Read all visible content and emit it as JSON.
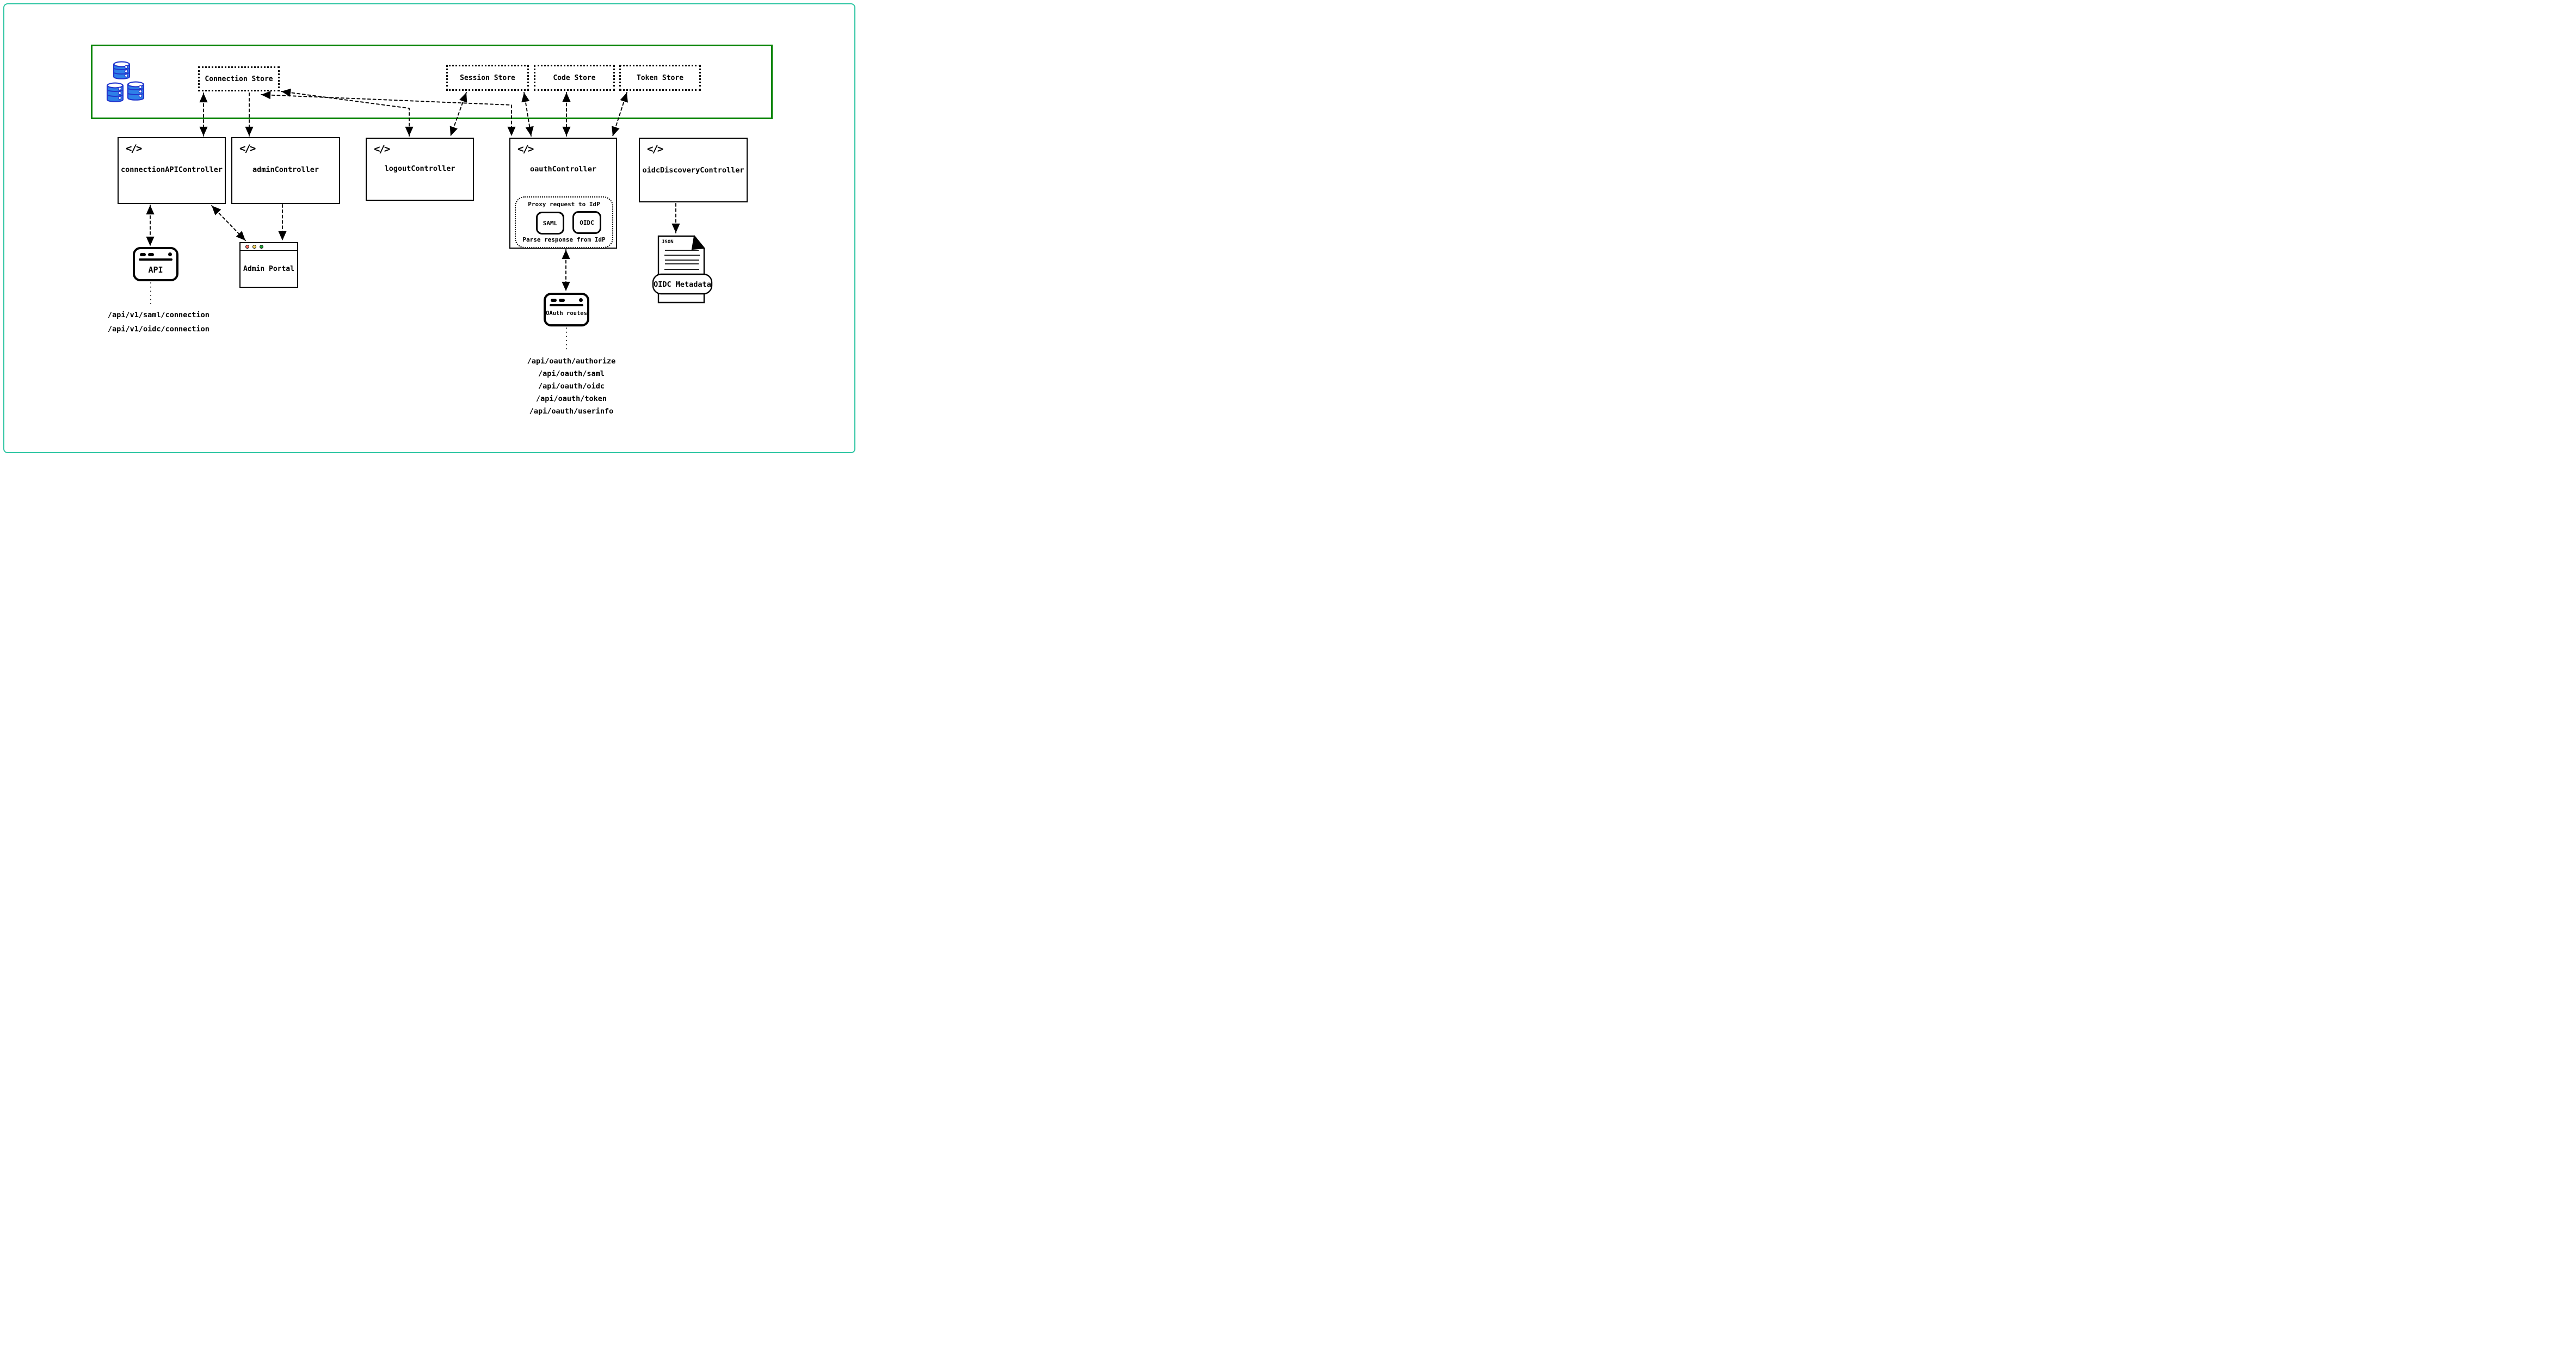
{
  "stores": {
    "connection": {
      "label": "Connection Store"
    },
    "session": {
      "label": "Session Store"
    },
    "code": {
      "label": "Code Store"
    },
    "token": {
      "label": "Token Store"
    }
  },
  "controllers": {
    "connection_api": {
      "label": "connectionAPIController"
    },
    "admin": {
      "label": "adminController"
    },
    "logout": {
      "label": "logoutController"
    },
    "oauth": {
      "label": "oauthController",
      "proxy_note": "Proxy request to IdP",
      "parse_note": "Parse response from IdP",
      "saml_label": "SAML",
      "oidc_label": "OIDC"
    },
    "oidc_discovery": {
      "label": "oidcDiscoveryController"
    }
  },
  "code_glyph": "</>",
  "clients": {
    "api_window": {
      "label": "API"
    },
    "admin_portal": {
      "label": "Admin Portal"
    },
    "oauth_routes": {
      "label": "OAuth routes"
    },
    "oidc_metadata": {
      "label": "OIDC Metadata",
      "file_type": "JSON"
    }
  },
  "api_endpoints": [
    "/api/v1/saml/connection",
    "/api/v1/oidc/connection"
  ],
  "oauth_endpoints": [
    "/api/oauth/authorize",
    "/api/oauth/saml",
    "/api/oauth/oidc",
    "/api/oauth/token",
    "/api/oauth/userinfo"
  ],
  "colors": {
    "frame": "#2cc5a2",
    "store_container": "#0a8508",
    "ink": "#000000",
    "database_fill": "#2e80e8",
    "database_stroke": "#2236cc",
    "traffic_red": "#fa6f63",
    "traffic_yellow": "#f8d65c",
    "traffic_green": "#1d9e31"
  },
  "connections": [
    {
      "from": "connection-store",
      "to": "connection-api-controller",
      "arrows": "both"
    },
    {
      "from": "connection-store",
      "to": "admin-controller",
      "arrows": "to"
    },
    {
      "from": "connection-store",
      "to": "logout-controller",
      "arrows": "both"
    },
    {
      "from": "connection-store",
      "to": "oauth-controller",
      "arrows": "both"
    },
    {
      "from": "session-store",
      "to": "logout-controller",
      "arrows": "both"
    },
    {
      "from": "session-store",
      "to": "oauth-controller",
      "arrows": "both"
    },
    {
      "from": "code-store",
      "to": "oauth-controller",
      "arrows": "both"
    },
    {
      "from": "token-store",
      "to": "oauth-controller",
      "arrows": "both"
    },
    {
      "from": "connection-api-controller",
      "to": "api-window",
      "arrows": "both"
    },
    {
      "from": "connection-api-controller",
      "to": "admin-portal",
      "arrows": "both"
    },
    {
      "from": "admin-controller",
      "to": "admin-portal",
      "arrows": "to"
    },
    {
      "from": "oauth-controller",
      "to": "oauth-routes",
      "arrows": "both"
    },
    {
      "from": "oauth-routes",
      "to": "oauth-endpoints-list",
      "arrows": "none"
    },
    {
      "from": "api-window",
      "to": "api-endpoints-list",
      "arrows": "none"
    },
    {
      "from": "oidc-discovery-controller",
      "to": "oidc-metadata",
      "arrows": "to"
    }
  ]
}
